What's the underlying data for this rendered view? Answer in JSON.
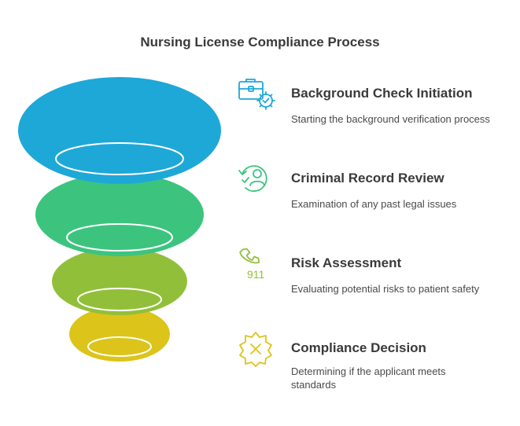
{
  "title": "Nursing License Compliance Process",
  "colors": {
    "stage1": "#1ea8d8",
    "stage2": "#3cc47e",
    "stage3": "#92bf3a",
    "stage4": "#dcc41a",
    "text": "#3a3a3a"
  },
  "steps": [
    {
      "title": "Background Check Initiation",
      "description": "Starting the background verification process",
      "icon": "briefcase-gear-icon"
    },
    {
      "title": "Criminal Record Review",
      "description": "Examination of any past legal issues",
      "icon": "person-history-icon"
    },
    {
      "title": "Risk Assessment",
      "description": "Evaluating potential risks to patient safety",
      "icon": "phone-911-icon",
      "icon_text": "911"
    },
    {
      "title": "Compliance Decision",
      "description": "Determining if the applicant meets standards",
      "icon": "x-badge-icon"
    }
  ]
}
